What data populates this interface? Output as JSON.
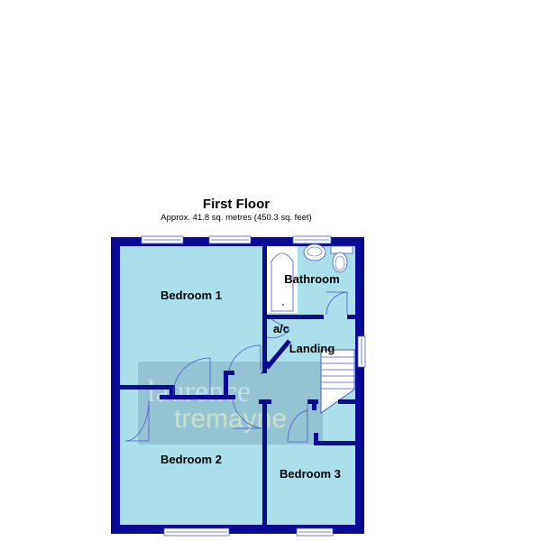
{
  "plan": {
    "title": "First Floor",
    "subtitle": "Approx. 41.8 sq. metres (450.3 sq. feet)"
  },
  "rooms": [
    {
      "name": "Bedroom 1"
    },
    {
      "name": "Bathroom"
    },
    {
      "name": "a/c"
    },
    {
      "name": "Landing"
    },
    {
      "name": "Bedroom 2"
    },
    {
      "name": "Bedroom 3"
    }
  ],
  "watermark": {
    "line1": "laurence",
    "line2": "tremayne"
  },
  "colors": {
    "wall": "#0a0a96",
    "floor": "#abdfe9",
    "watermark_box": "#8fc0cc",
    "fixture_line": "#4a5cc8"
  }
}
